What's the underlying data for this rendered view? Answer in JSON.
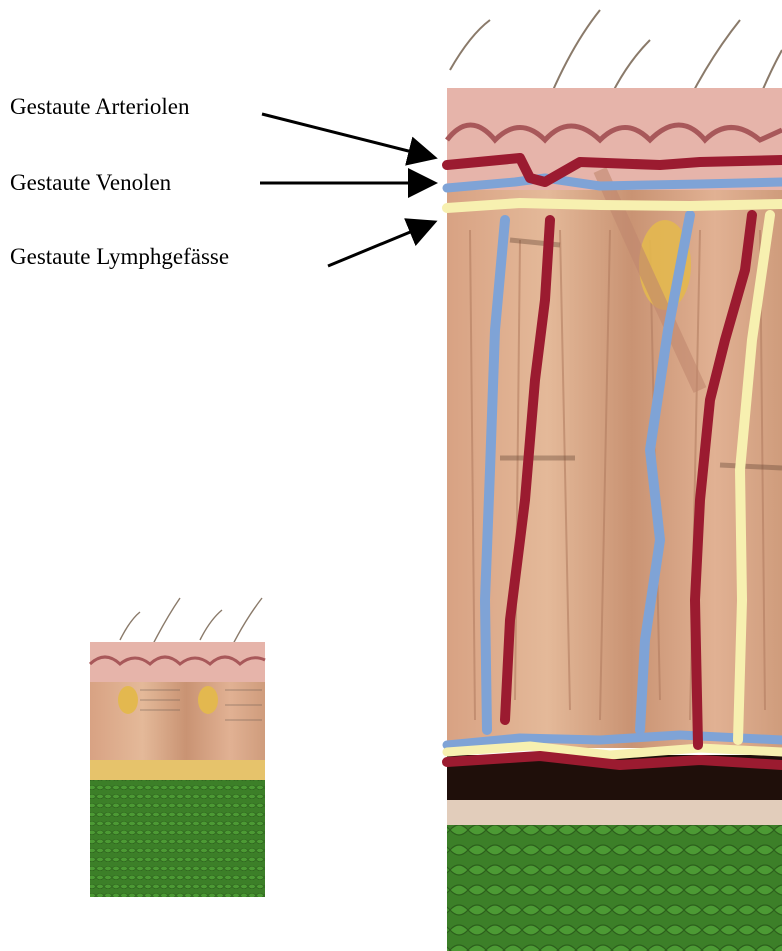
{
  "labels": {
    "arterioles": "Gestaute Arteriolen",
    "venules": "Gestaute Venolen",
    "lymph": "Gestaute Lymphgefässe"
  },
  "colors": {
    "arteriole": "#9b1b30",
    "venule": "#7fa3d6",
    "lymph": "#f7f0b0",
    "tissue": "#d9a98a",
    "epidermis": "#e8b7ad",
    "fat": "#e6c36b",
    "grass": "#3f8a2a",
    "arrow": "#000000"
  }
}
